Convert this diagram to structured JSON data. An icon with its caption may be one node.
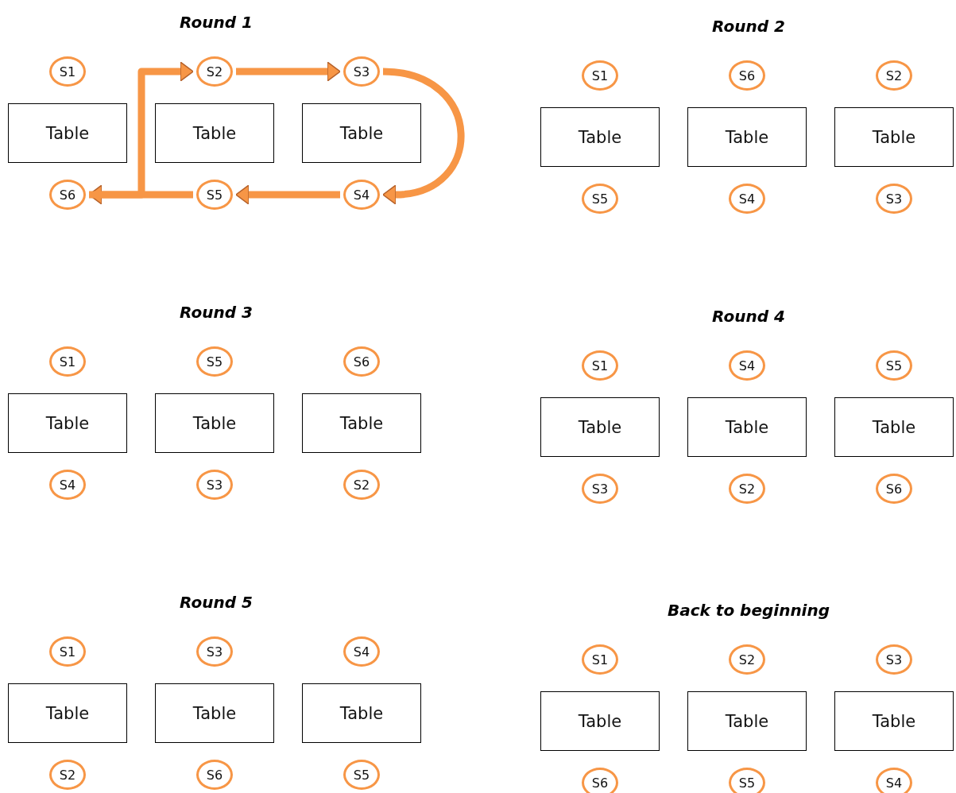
{
  "diagram": {
    "nodes": [
      {
        "text": [
          "S1"
        ]
      },
      {
        "text": [
          "S2"
        ]
      },
      {
        "text": [
          "S3"
        ]
      },
      {
        "text": [
          "Table"
        ]
      },
      {
        "text": [
          "Table"
        ]
      },
      {
        "text": [
          "Table"
        ]
      },
      {
        "text": [
          "S6"
        ]
      },
      {
        "text": [
          "S5"
        ]
      },
      {
        "text": [
          "S4"
        ]
      },
      {
        "text": [
          "S1"
        ]
      },
      {
        "text": [
          "S6"
        ]
      },
      {
        "text": [
          "S2"
        ]
      },
      {
        "text": [
          "Table"
        ]
      },
      {
        "text": [
          "Table"
        ]
      },
      {
        "text": [
          "Table"
        ]
      },
      {
        "text": [
          "S5"
        ]
      },
      {
        "text": [
          "S4"
        ]
      },
      {
        "text": [
          "S3"
        ]
      },
      {
        "text": [
          "S1"
        ]
      },
      {
        "text": [
          "S5"
        ]
      },
      {
        "text": [
          "S6"
        ]
      },
      {
        "text": [
          "Table"
        ]
      },
      {
        "text": [
          "Table"
        ]
      },
      {
        "text": [
          "Table"
        ]
      },
      {
        "text": [
          "S4"
        ]
      },
      {
        "text": [
          "S3"
        ]
      },
      {
        "text": [
          "S2"
        ]
      },
      {
        "text": [
          "S1"
        ]
      },
      {
        "text": [
          "S4"
        ]
      },
      {
        "text": [
          "S5"
        ]
      },
      {
        "text": [
          "Table"
        ]
      },
      {
        "text": [
          "Table"
        ]
      },
      {
        "text": [
          "Table"
        ]
      },
      {
        "text": [
          "S3"
        ]
      },
      {
        "text": [
          "S2"
        ]
      },
      {
        "text": [
          "S6"
        ]
      },
      {
        "text": [
          "S1"
        ]
      },
      {
        "text": [
          "S3"
        ]
      },
      {
        "text": [
          "S4"
        ]
      },
      {
        "text": [
          "Table"
        ]
      },
      {
        "text": [
          "Table"
        ]
      },
      {
        "text": [
          "Table"
        ]
      },
      {
        "text": [
          "S2"
        ]
      },
      {
        "text": [
          "S6"
        ]
      },
      {
        "text": [
          "S5"
        ]
      },
      {
        "text": [
          "S1"
        ]
      },
      {
        "text": [
          "S2"
        ]
      },
      {
        "text": [
          "S3"
        ]
      },
      {
        "text": [
          "Table"
        ]
      },
      {
        "text": [
          "Table"
        ]
      },
      {
        "text": [
          "Table"
        ]
      },
      {
        "text": [
          "S6"
        ]
      },
      {
        "text": [
          "S5"
        ]
      },
      {
        "text": [
          "S4"
        ]
      }
    ],
    "edges": [
      {
        "from": 1,
        "to": 2,
        "arrow": "to"
      },
      {
        "from": 2,
        "to": 8,
        "arrow": "to"
      },
      {
        "from": 8,
        "to": 7,
        "arrow": "to"
      },
      {
        "from": 7,
        "to": 6,
        "arrow": "to"
      },
      {
        "from": 6,
        "to": 1,
        "arrow": "to"
      }
    ],
    "labels": [
      "Round 1",
      "Round 2",
      "Round 3",
      "Round 4",
      "Round 5",
      "Back to beginning"
    ]
  }
}
